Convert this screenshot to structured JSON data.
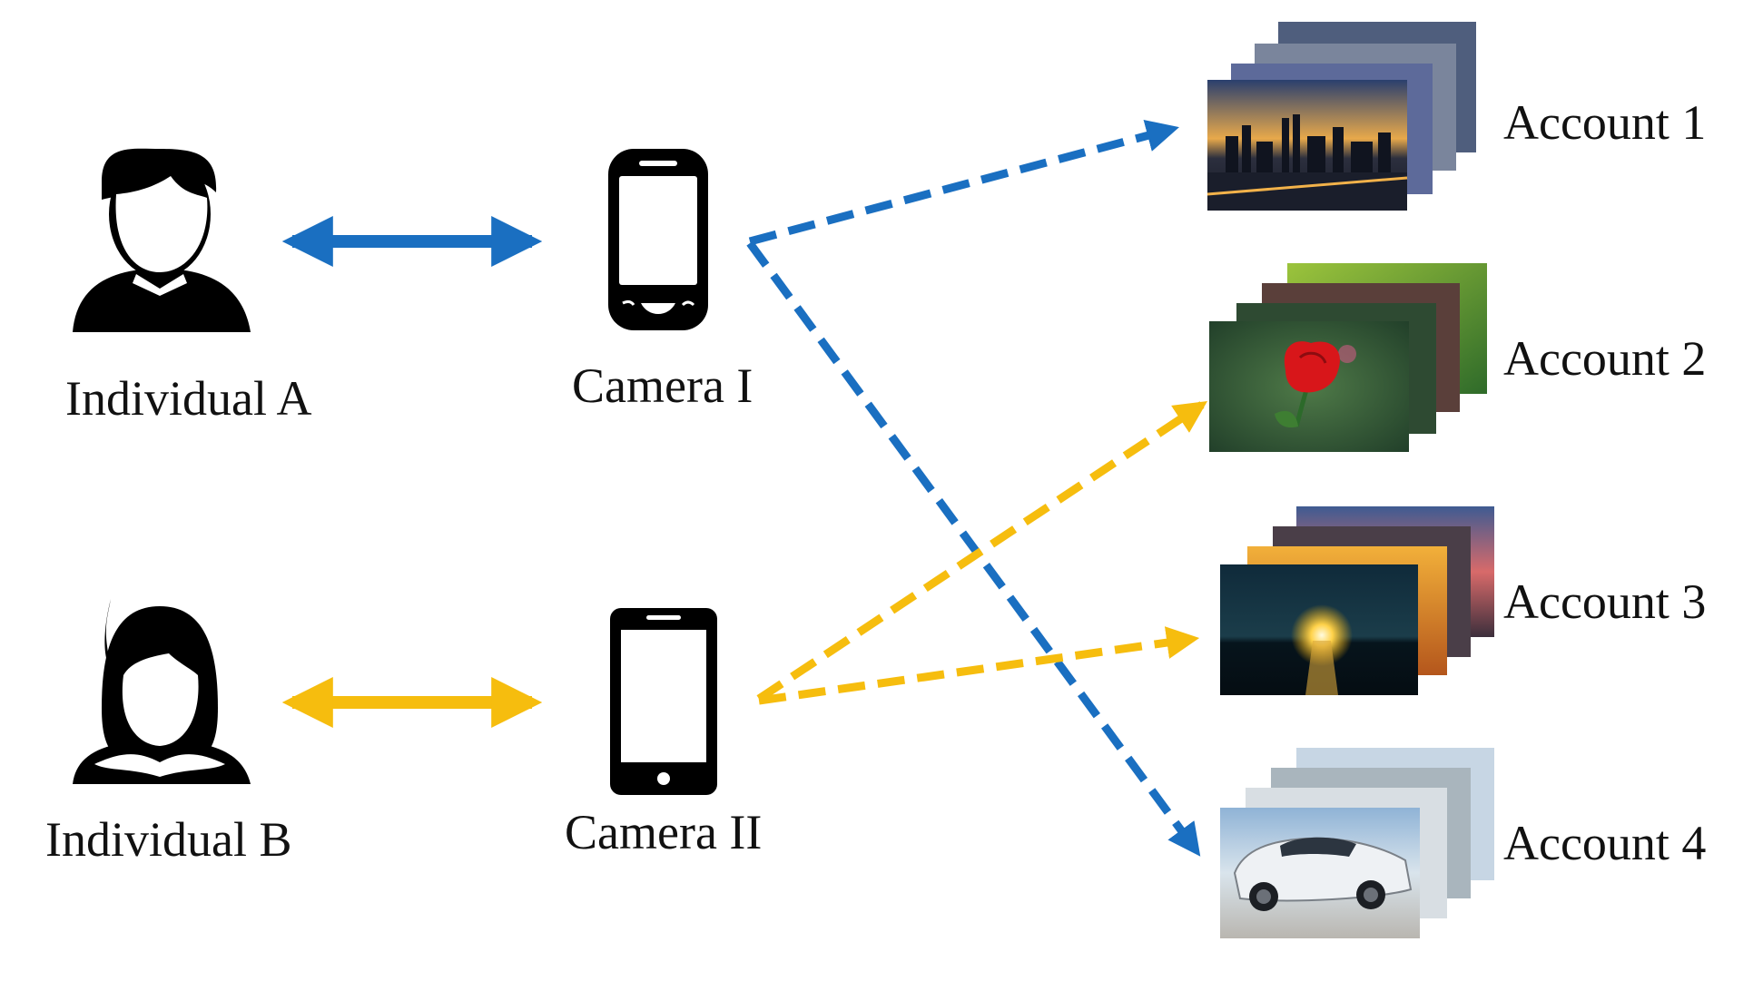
{
  "individuals": [
    {
      "id": "A",
      "label": "Individual A",
      "icon": "man-user-icon"
    },
    {
      "id": "B",
      "label": "Individual B",
      "icon": "woman-user-icon"
    }
  ],
  "cameras": [
    {
      "id": "I",
      "label": "Camera I",
      "icon": "feature-phone-icon"
    },
    {
      "id": "II",
      "label": "Camera II",
      "icon": "smartphone-icon"
    }
  ],
  "accounts": [
    {
      "id": 1,
      "label": "Account 1",
      "photo_theme": "city-night-skyline"
    },
    {
      "id": 2,
      "label": "Account 2",
      "photo_theme": "red-rose"
    },
    {
      "id": 3,
      "label": "Account 3",
      "photo_theme": "sunset-over-sea"
    },
    {
      "id": 4,
      "label": "Account 4",
      "photo_theme": "white-sports-car"
    }
  ],
  "colors": {
    "camera_I_link": "#1a6fc1",
    "camera_II_link": "#f6bd0e",
    "icon": "#000000",
    "text": "#111111"
  },
  "links": [
    {
      "from": "Individual A",
      "to": "Camera I",
      "style": "solid",
      "direction": "both",
      "color": "camera_I_link"
    },
    {
      "from": "Individual B",
      "to": "Camera II",
      "style": "solid",
      "direction": "both",
      "color": "camera_II_link"
    },
    {
      "from": "Camera I",
      "to": "Account 1",
      "style": "dashed",
      "color": "camera_I_link"
    },
    {
      "from": "Camera I",
      "to": "Account 4",
      "style": "dashed",
      "color": "camera_I_link"
    },
    {
      "from": "Camera II",
      "to": "Account 2",
      "style": "dashed",
      "color": "camera_II_link"
    },
    {
      "from": "Camera II",
      "to": "Account 3",
      "style": "dashed",
      "color": "camera_II_link"
    }
  ]
}
